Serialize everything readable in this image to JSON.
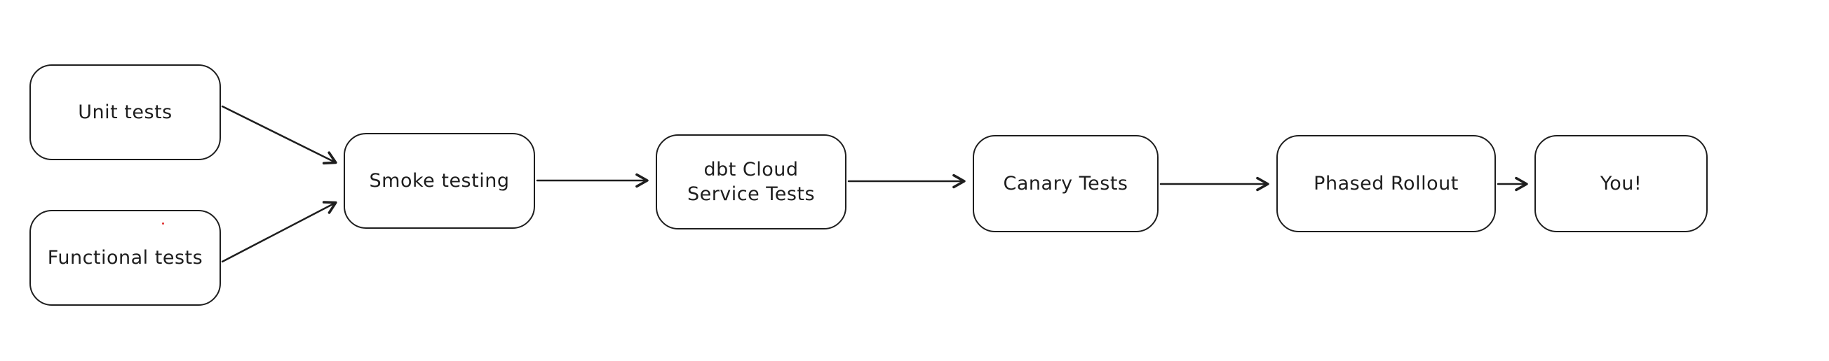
{
  "diagram": {
    "background_color": "#ffffff",
    "stroke_color": "#1e1e1e",
    "artifact_dot_color": "#e03131",
    "nodes": [
      {
        "id": "unit-tests",
        "label": "Unit tests"
      },
      {
        "id": "functional-tests",
        "label": "Functional tests"
      },
      {
        "id": "smoke-testing",
        "label": "Smoke testing"
      },
      {
        "id": "dbt-cloud-service-tests",
        "label": "dbt Cloud\nService Tests"
      },
      {
        "id": "canary-tests",
        "label": "Canary Tests"
      },
      {
        "id": "phased-rollout",
        "label": "Phased Rollout"
      },
      {
        "id": "you",
        "label": "You!"
      }
    ],
    "edges": [
      {
        "from": "unit-tests",
        "to": "smoke-testing"
      },
      {
        "from": "functional-tests",
        "to": "smoke-testing"
      },
      {
        "from": "smoke-testing",
        "to": "dbt-cloud-service-tests"
      },
      {
        "from": "dbt-cloud-service-tests",
        "to": "canary-tests"
      },
      {
        "from": "canary-tests",
        "to": "phased-rollout"
      },
      {
        "from": "phased-rollout",
        "to": "you"
      }
    ]
  }
}
